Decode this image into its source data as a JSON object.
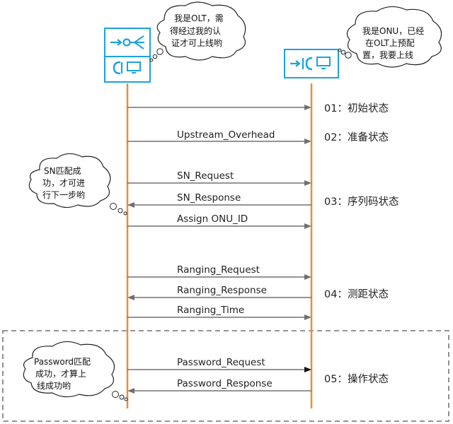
{
  "olt": {
    "thought_lines": [
      "我是OLT，需",
      "得经过我的认",
      "证才可上线哟"
    ]
  },
  "onu": {
    "thought_lines": [
      "我是ONU，已经",
      "在OLT上预配",
      "置，我要上线"
    ]
  },
  "sn_bubble": {
    "lines": [
      "SN匹配成",
      "功，才可进",
      "行下一步哟"
    ]
  },
  "password_bubble": {
    "lines": [
      "Password匹配",
      "成功，才算上",
      "线成功哟"
    ]
  },
  "messages": [
    {
      "label": "",
      "direction": "olt_to_onu"
    },
    {
      "label": "Upstream_Overhead",
      "direction": "olt_to_onu"
    },
    {
      "label": "SN_Request",
      "direction": "olt_to_onu"
    },
    {
      "label": "SN_Response",
      "direction": "onu_to_olt"
    },
    {
      "label": "Assign ONU_ID",
      "direction": "olt_to_onu"
    },
    {
      "label": "Ranging_Request",
      "direction": "olt_to_onu"
    },
    {
      "label": "Ranging_Response",
      "direction": "onu_to_olt"
    },
    {
      "label": "Ranging_Time",
      "direction": "olt_to_onu"
    },
    {
      "label": "Password_Request",
      "direction": "olt_to_onu"
    },
    {
      "label": "Password_Response",
      "direction": "onu_to_olt"
    }
  ],
  "states": [
    "01：初始状态",
    "02：准备状态",
    "03：序列码状态",
    "04：测距状态",
    "05：操作状态"
  ],
  "colors": {
    "lifeline": "#f08a3c",
    "device": "#1aa3df",
    "arrow": "#707070",
    "dashed_box": "#555555"
  }
}
